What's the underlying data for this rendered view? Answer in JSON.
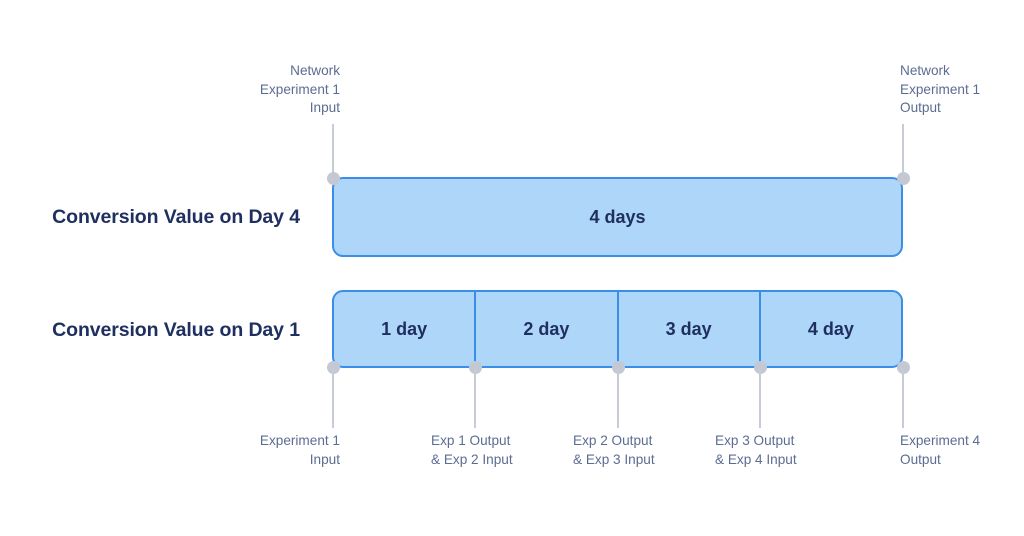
{
  "diagram": {
    "type": "timeline-comparison",
    "colors": {
      "bar_fill": "#aed6f9",
      "bar_border": "#3b8ee8",
      "bar_text": "#1f3060",
      "row_label_text": "#1f3060",
      "callout_text": "#5c6c92",
      "tick_line": "#c6cbd6",
      "marker_dot": "#c3c8d3",
      "background": "#ffffff"
    },
    "rows": [
      {
        "id": "day4",
        "label": "Conversion Value on Day 4",
        "segments": [
          {
            "text": "4 days"
          }
        ]
      },
      {
        "id": "day1",
        "label": "Conversion Value on Day 1",
        "segments": [
          {
            "text": "1 day"
          },
          {
            "text": "2 day"
          },
          {
            "text": "3 day"
          },
          {
            "text": "4 day"
          }
        ]
      }
    ],
    "top_callouts": [
      {
        "id": "net-exp1-input",
        "align": "right",
        "text": "Network\nExperiment 1\nInput"
      },
      {
        "id": "net-exp1-output",
        "align": "left",
        "text": "Network\nExperiment 1\nOutput"
      }
    ],
    "bottom_callouts": [
      {
        "id": "exp1-input",
        "align": "right",
        "text": "Experiment 1\nInput"
      },
      {
        "id": "exp1-out-exp2-in",
        "align": "left",
        "text": "Exp 1 Output\n& Exp 2 Input"
      },
      {
        "id": "exp2-out-exp3-in",
        "align": "left",
        "text": "Exp 2 Output\n& Exp 3 Input"
      },
      {
        "id": "exp3-out-exp4-in",
        "align": "left",
        "text": "Exp 3 Output\n& Exp 4 Input"
      },
      {
        "id": "exp4-output",
        "align": "left",
        "text": "Experiment 4\nOutput"
      }
    ]
  }
}
